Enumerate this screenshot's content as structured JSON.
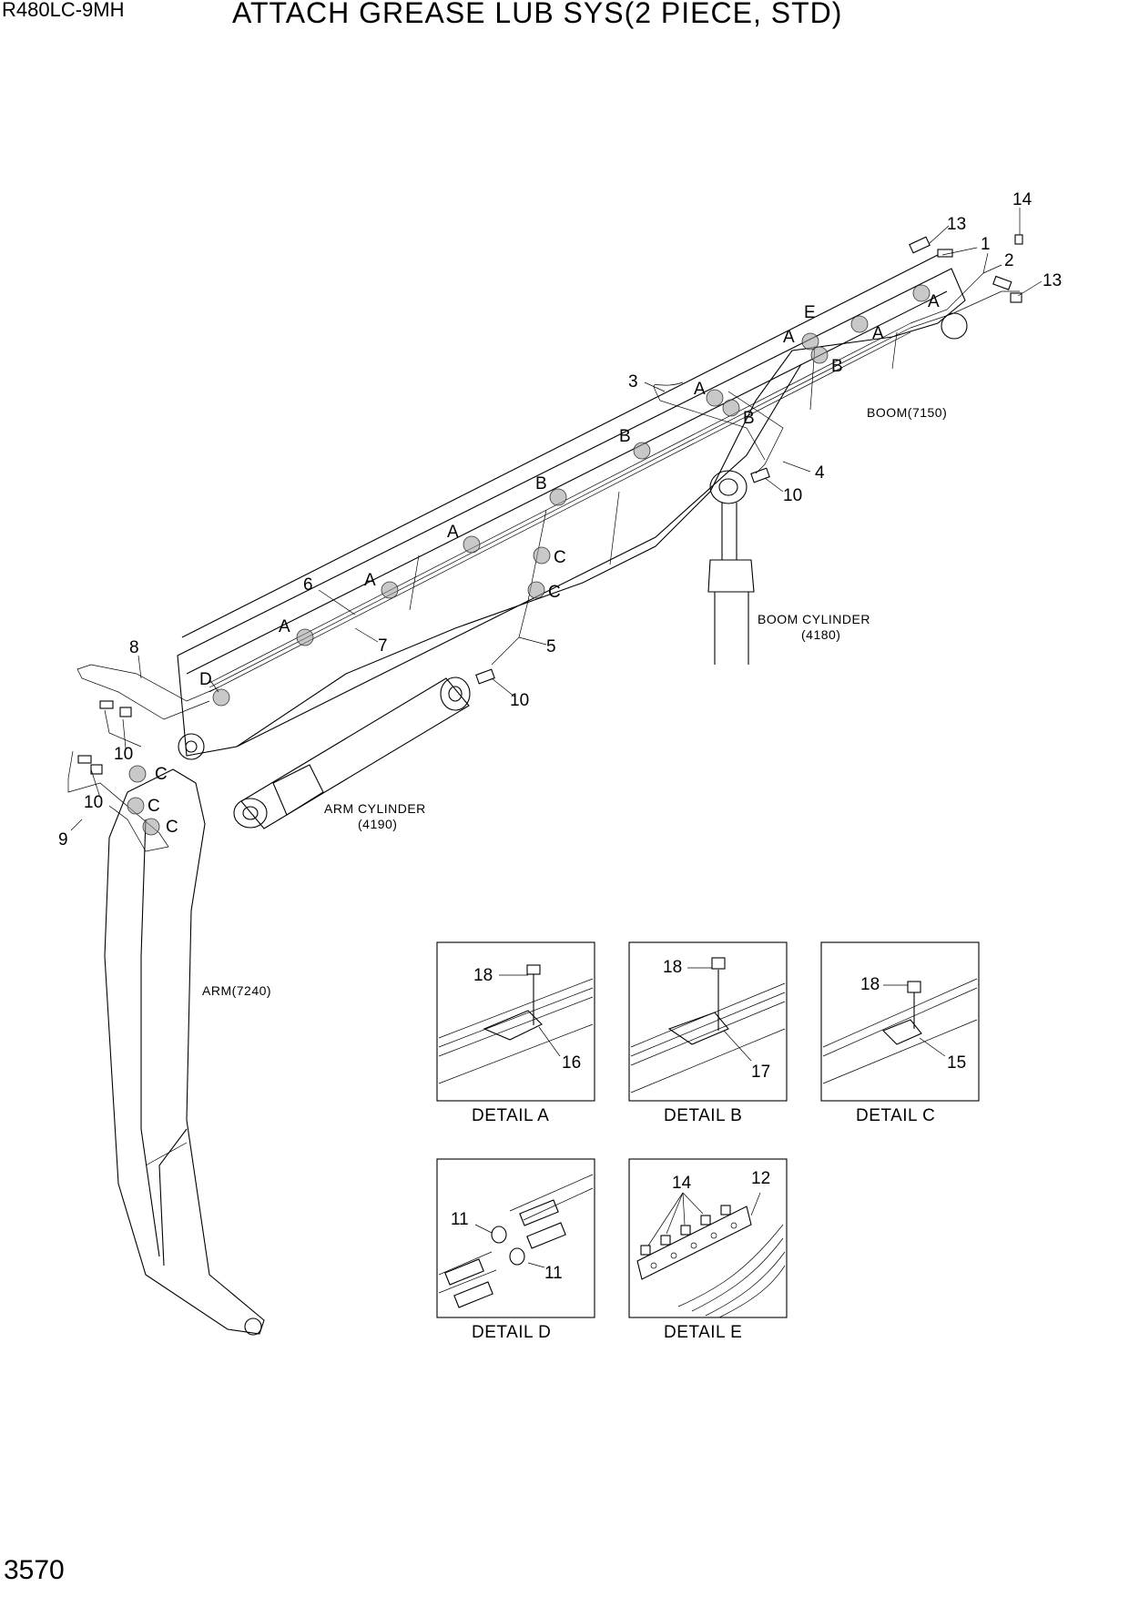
{
  "header": {
    "model": "R480LC-9MH",
    "title": "ATTACH GREASE LUB SYS(2 PIECE, STD)"
  },
  "page_number": "3570",
  "components": {
    "boom": "BOOM(7150)",
    "boom_cylinder_name": "BOOM CYLINDER",
    "boom_cylinder_no": "(4180)",
    "arm_cylinder_name": "ARM CYLINDER",
    "arm_cylinder_no": "(4190)",
    "arm": "ARM(7240)"
  },
  "detail_markers": {
    "a": "A",
    "b": "B",
    "c": "C",
    "d": "D",
    "e": "E"
  },
  "part_numbers": {
    "p1": "1",
    "p2": "2",
    "p3": "3",
    "p4": "4",
    "p5": "5",
    "p6": "6",
    "p7": "7",
    "p8": "8",
    "p9": "9",
    "p10": "10",
    "p11": "11",
    "p12": "12",
    "p13": "13",
    "p14": "14",
    "p15": "15",
    "p16": "16",
    "p17": "17",
    "p18": "18"
  },
  "details": [
    {
      "caption": "DETAIL A"
    },
    {
      "caption": "DETAIL B"
    },
    {
      "caption": "DETAIL C"
    },
    {
      "caption": "DETAIL D"
    },
    {
      "caption": "DETAIL E"
    }
  ]
}
